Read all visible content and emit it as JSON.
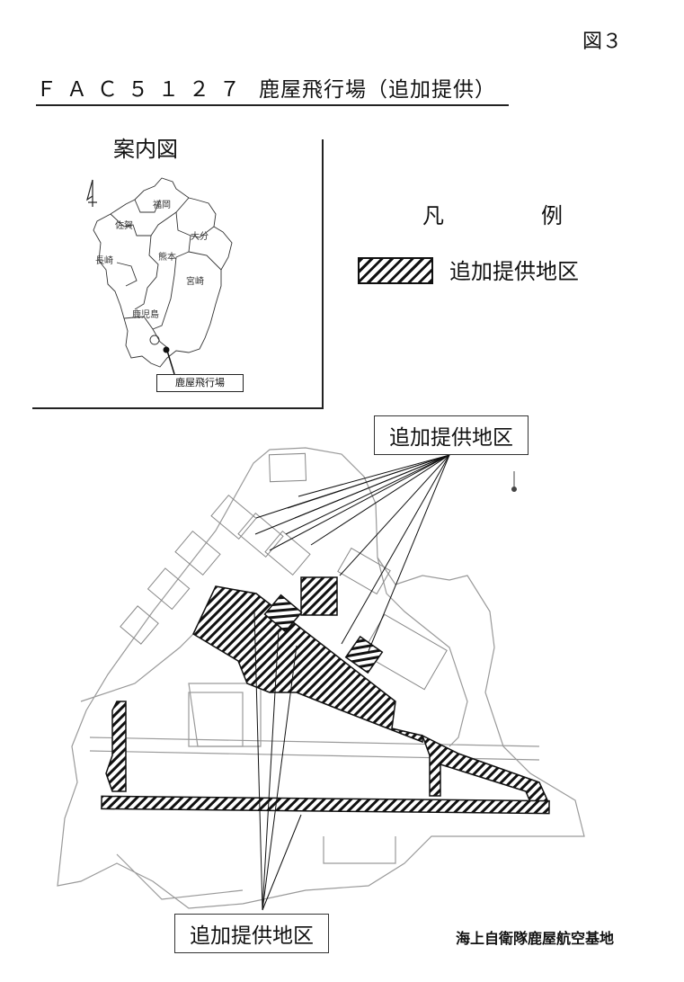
{
  "header": {
    "figure_label": "図３",
    "title_code": "ＦＡＣ５１２７",
    "title_name": "鹿屋飛行場（追加提供）"
  },
  "index_map": {
    "title": "案内図",
    "prefectures": [
      "福岡",
      "佐賀",
      "大分",
      "長崎",
      "熊本",
      "宮崎",
      "鹿児島"
    ],
    "airport_label": "鹿屋飛行場"
  },
  "legend": {
    "title": "凡　例",
    "items": [
      {
        "label": "追加提供地区",
        "pattern": "diagonal-hatch"
      }
    ]
  },
  "site_map": {
    "callouts": [
      "追加提供地区",
      "追加提供地区"
    ],
    "base_name": "海上自衛隊鹿屋航空基地",
    "hatch_color": "#111111",
    "line_color": "#999999"
  }
}
